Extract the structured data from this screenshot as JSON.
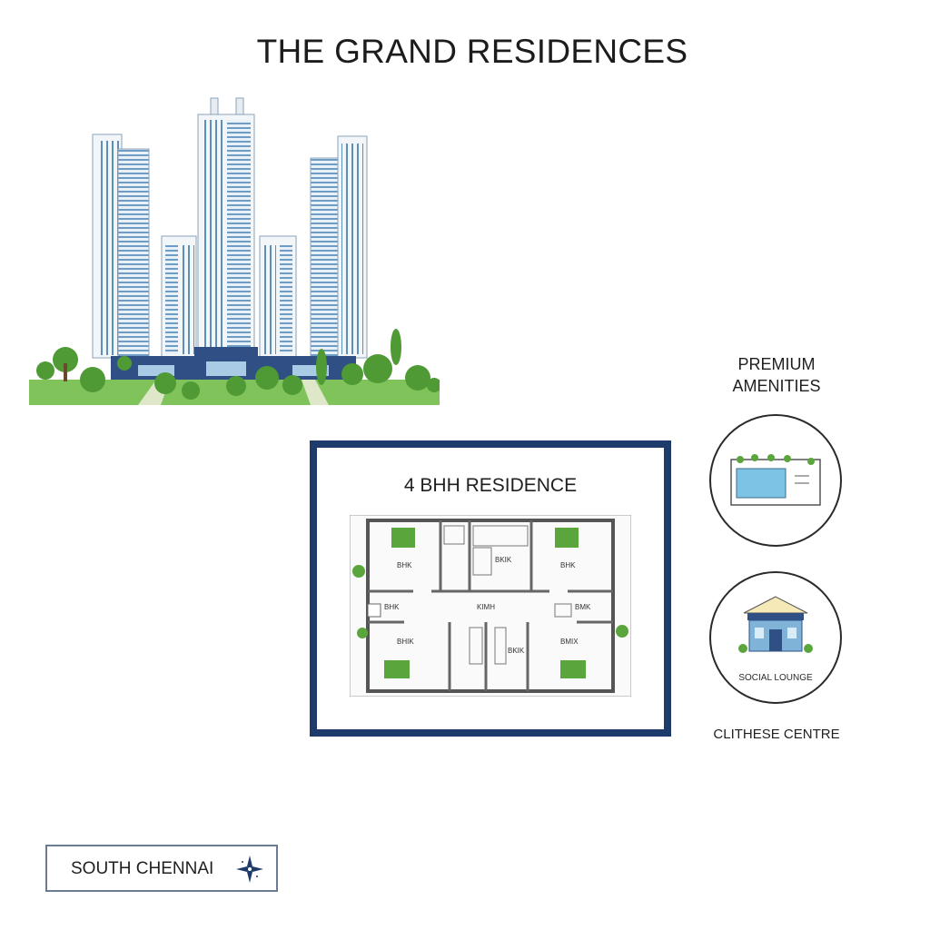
{
  "header": {
    "title": "THE GRAND RESIDENCES"
  },
  "floor_plan": {
    "title": "4 BHH RESIDENCE",
    "rooms": [
      "BHK",
      "BKIK",
      "BHK",
      "BHK",
      "KIMH",
      "BMK",
      "BHIK",
      "BKIK",
      "BMIX"
    ]
  },
  "amenities": {
    "title": "PREMIUM AMENITIES",
    "lounge_label": "SOCIAL LOUNGE",
    "centre_label": "CLITHESE CENTRE"
  },
  "location": {
    "name": "SOUTH CHENNAI"
  },
  "colors": {
    "frame": "#1f3b6b",
    "tower": "#5f8fb8",
    "green": "#5aa63c",
    "water": "#7cc3e6"
  }
}
